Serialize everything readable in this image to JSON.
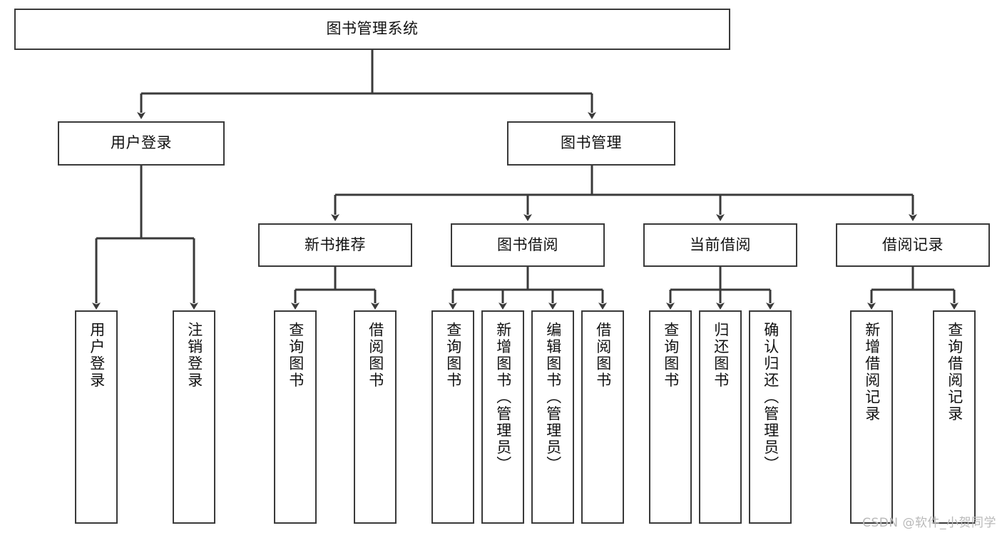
{
  "diagram": {
    "type": "tree",
    "title": "图书管理系统",
    "stroke_color": "#3a3a3a",
    "text_color": "#111111",
    "background_color": "#ffffff",
    "nodes": {
      "root": {
        "label": "图书管理系统",
        "orientation": "horizontal"
      },
      "l2": [
        {
          "label": "用户登录",
          "orientation": "horizontal"
        },
        {
          "label": "图书管理",
          "orientation": "horizontal"
        }
      ],
      "l3": [
        {
          "label": "新书推荐",
          "orientation": "horizontal"
        },
        {
          "label": "图书借阅",
          "orientation": "horizontal"
        },
        {
          "label": "当前借阅",
          "orientation": "horizontal"
        },
        {
          "label": "借阅记录",
          "orientation": "horizontal"
        }
      ],
      "leaves": [
        {
          "label": "用户登录",
          "orientation": "vertical",
          "parent": "用户登录"
        },
        {
          "label": "注销登录",
          "orientation": "vertical",
          "parent": "用户登录"
        },
        {
          "label": "查询图书",
          "orientation": "vertical",
          "parent": "新书推荐"
        },
        {
          "label": "借阅图书",
          "orientation": "vertical",
          "parent": "新书推荐"
        },
        {
          "label": "查询图书",
          "orientation": "vertical",
          "parent": "图书借阅"
        },
        {
          "label": "新增图书（管理员）",
          "orientation": "vertical",
          "parent": "图书借阅"
        },
        {
          "label": "编辑图书（管理员）",
          "orientation": "vertical",
          "parent": "图书借阅"
        },
        {
          "label": "借阅图书",
          "orientation": "vertical",
          "parent": "图书借阅"
        },
        {
          "label": "查询图书",
          "orientation": "vertical",
          "parent": "当前借阅"
        },
        {
          "label": "归还图书",
          "orientation": "vertical",
          "parent": "当前借阅"
        },
        {
          "label": "确认归还（管理员）",
          "orientation": "vertical",
          "parent": "当前借阅"
        },
        {
          "label": "新增借阅记录",
          "orientation": "vertical",
          "parent": "借阅记录"
        },
        {
          "label": "查询借阅记录",
          "orientation": "vertical",
          "parent": "借阅记录"
        }
      ]
    }
  },
  "watermark": {
    "text": "CSDN @软件_小贺同学"
  }
}
